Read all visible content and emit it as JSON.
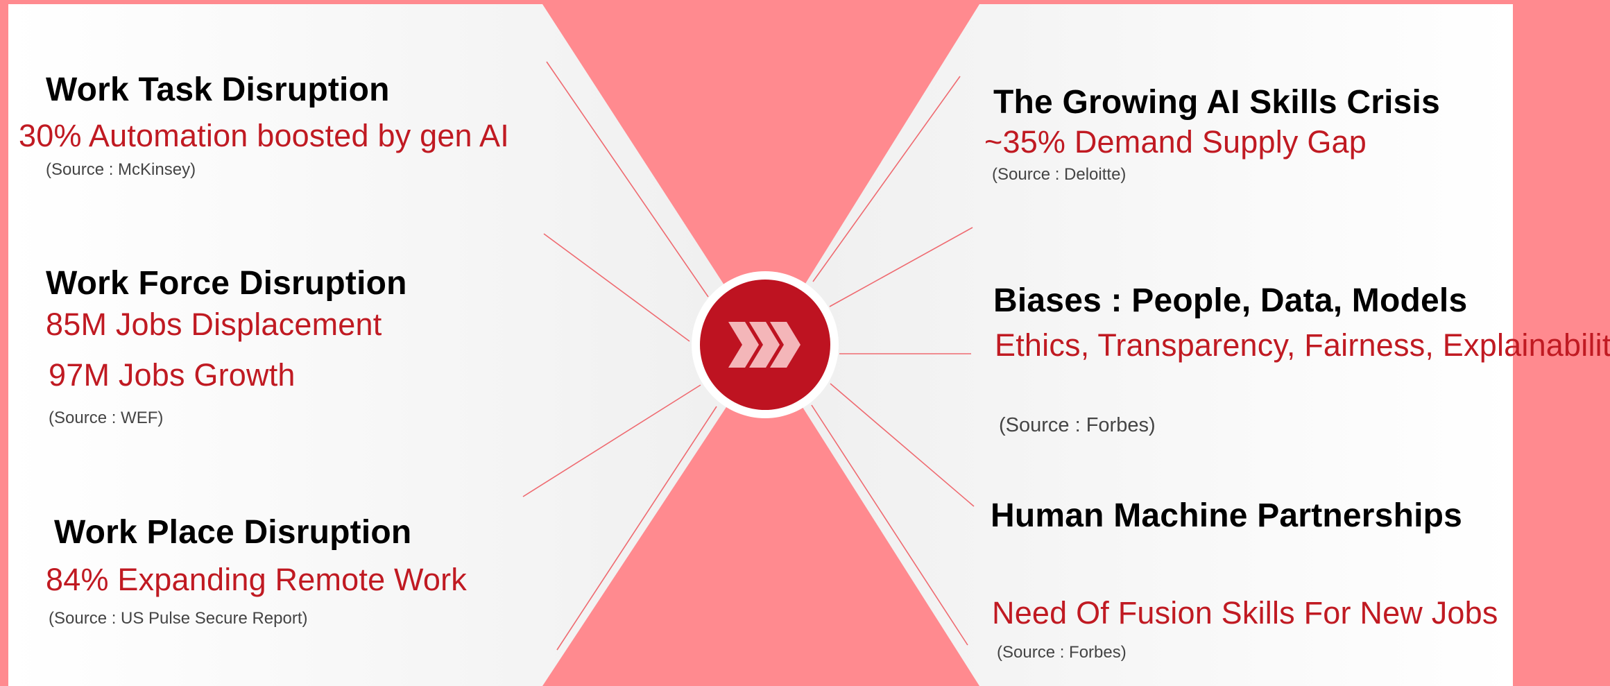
{
  "colors": {
    "background": "#ff8a8f",
    "panel": "#f7f7f7",
    "accent_red": "#c01a22",
    "badge_red": "#be1321",
    "chevrons": "#f4b6b9"
  },
  "center": {
    "icon": "triple-chevron-right-icon"
  },
  "left": {
    "task": {
      "heading": "Work Task Disruption",
      "stat": "30% Automation boosted by gen AI",
      "source": "(Source : McKinsey)"
    },
    "force": {
      "heading": "Work Force Disruption",
      "stat1": "85M Jobs Displacement",
      "stat2": "97M Jobs Growth",
      "source": "(Source : WEF)"
    },
    "place": {
      "heading": "Work Place Disruption",
      "stat": "84% Expanding Remote Work",
      "source": "(Source : US Pulse Secure Report)"
    }
  },
  "right": {
    "skills": {
      "heading": "The Growing AI Skills Crisis",
      "stat": "~35% Demand Supply Gap",
      "source": "(Source : Deloitte)"
    },
    "biases": {
      "heading": "Biases : People, Data, Models",
      "stat": "Ethics, Transparency, Fairness, Explainability",
      "source": "(Source : Forbes)"
    },
    "partnership": {
      "heading": "Human Machine Partnerships",
      "stat": "Need Of Fusion Skills For New Jobs",
      "source": "(Source : Forbes)"
    }
  }
}
